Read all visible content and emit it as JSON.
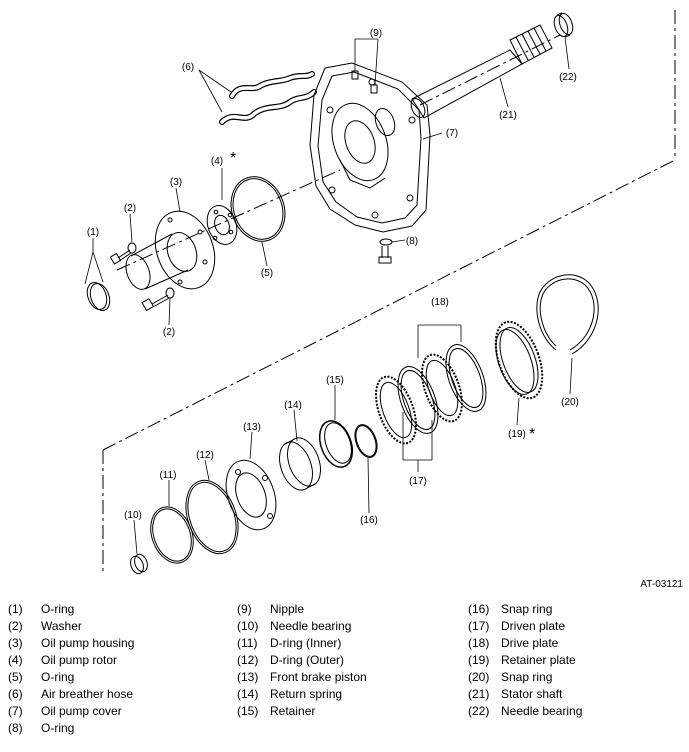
{
  "figure_code": "AT-03121",
  "callouts": [
    "(1)",
    "(2)",
    "(2)",
    "(3)",
    "(4)",
    "*",
    "(5)",
    "(6)",
    "(7)",
    "(8)",
    "(9)",
    "(10)",
    "(11)",
    "(12)",
    "(13)",
    "(14)",
    "(15)",
    "(16)",
    "(17)",
    "(18)",
    "(19)",
    "*",
    "(20)",
    "(21)",
    "(22)"
  ],
  "legend": [
    {
      "num": "(1)",
      "name": "O-ring"
    },
    {
      "num": "(2)",
      "name": "Washer"
    },
    {
      "num": "(3)",
      "name": "Oil pump housing"
    },
    {
      "num": "(4)",
      "name": "Oil pump rotor"
    },
    {
      "num": "(5)",
      "name": "O-ring"
    },
    {
      "num": "(6)",
      "name": "Air breather hose"
    },
    {
      "num": "(7)",
      "name": "Oil pump cover"
    },
    {
      "num": "(8)",
      "name": "O-ring"
    },
    {
      "num": "(9)",
      "name": "Nipple"
    },
    {
      "num": "(10)",
      "name": "Needle bearing"
    },
    {
      "num": "(11)",
      "name": "D-ring (Inner)"
    },
    {
      "num": "(12)",
      "name": "D-ring (Outer)"
    },
    {
      "num": "(13)",
      "name": "Front brake piston"
    },
    {
      "num": "(14)",
      "name": "Return spring"
    },
    {
      "num": "(15)",
      "name": "Retainer"
    },
    {
      "num": "(16)",
      "name": "Snap ring"
    },
    {
      "num": "(17)",
      "name": "Driven plate"
    },
    {
      "num": "(18)",
      "name": "Drive plate"
    },
    {
      "num": "(19)",
      "name": "Retainer plate"
    },
    {
      "num": "(20)",
      "name": "Snap ring"
    },
    {
      "num": "(21)",
      "name": "Stator shaft"
    },
    {
      "num": "(22)",
      "name": "Needle bearing"
    }
  ]
}
